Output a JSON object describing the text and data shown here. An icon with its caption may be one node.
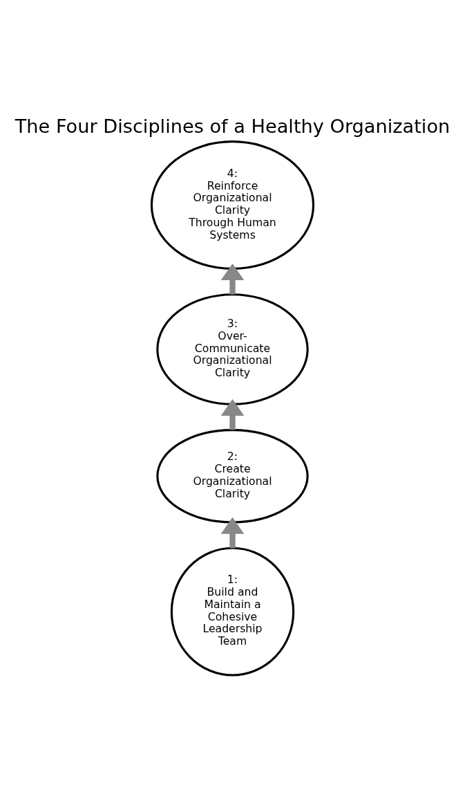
{
  "diagram": {
    "title": "The Four Disciplines of a Healthy Organization",
    "nodes": [
      {
        "text": [
          "1:",
          "Build and Maintain a Cohesive Leadership Team"
        ]
      },
      {
        "text": [
          "2:",
          "Create Organizational Clarity"
        ]
      },
      {
        "text": [
          "3:",
          "Over-Communicate Organizational Clarity"
        ]
      },
      {
        "text": [
          "4:",
          "Reinforce Organizational Clarity Through Human Systems"
        ]
      }
    ],
    "edges": [
      {
        "from": 0,
        "to": 1,
        "arrow": "to"
      },
      {
        "from": 1,
        "to": 2,
        "arrow": "to"
      },
      {
        "from": 2,
        "to": 3,
        "arrow": "to"
      }
    ]
  }
}
